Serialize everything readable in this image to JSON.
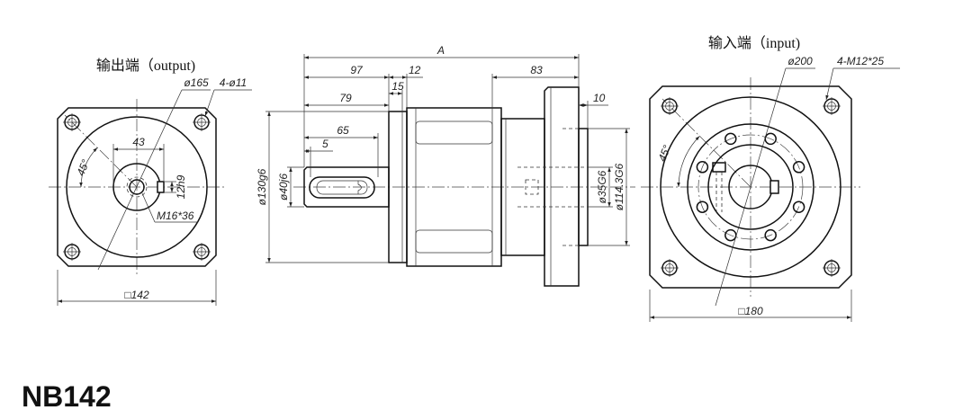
{
  "model": "NB142",
  "output_view": {
    "heading": "输出端（output)",
    "pcd": "ø165",
    "holes": "4-ø11",
    "angle": "45°",
    "shaft_key_dim": "43",
    "key_width": "12h9",
    "center_tap": "M16*36",
    "flange_square": "□142"
  },
  "side_view": {
    "overall": "A",
    "dim_97": "97",
    "dim_12": "12",
    "dim_83": "83",
    "dim_79": "79",
    "dim_15": "15",
    "dim_10": "10",
    "dim_65": "65",
    "dim_5": "5",
    "pilot_dia": "ø130g6",
    "shaft_dia": "ø40j6",
    "input_bore": "ø35G6",
    "input_pilot": "ø114.3G6"
  },
  "input_view": {
    "heading": "输入端（input)",
    "pcd": "ø200",
    "holes": "4-M12*25",
    "angle": "45°",
    "flange_square": "□180"
  }
}
